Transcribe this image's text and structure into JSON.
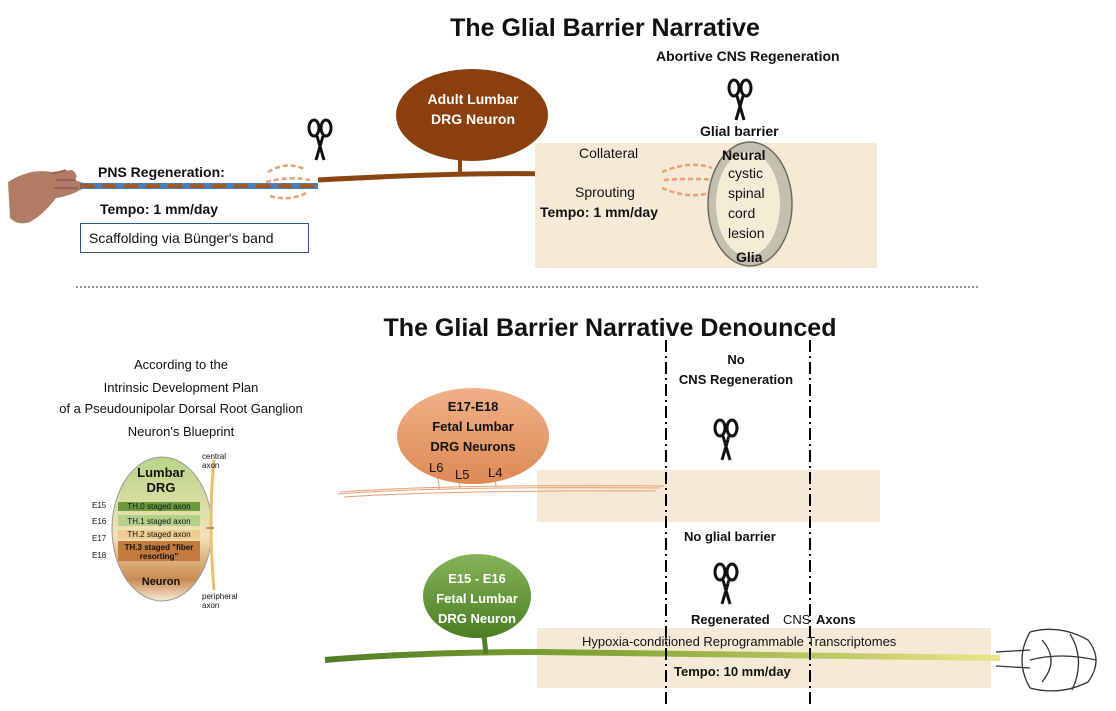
{
  "top": {
    "title": "The Glial Barrier Narrative",
    "abortive_label": "Abortive CNS Regeneration",
    "neuron_label_line1": "Adult Lumbar",
    "neuron_label_line2": "DRG Neuron",
    "pns_regeneration": "PNS Regeneration:",
    "tempo_left": "Tempo: 1 mm/day",
    "scaffolding": "Scaffolding via Bünger's band",
    "collateral": "Collateral",
    "sprouting": "Sprouting",
    "tempo_right": "Tempo: 1 mm/day",
    "glial_barrier": "Glial barrier",
    "lesion_top": "Neural",
    "lesion_lines": [
      "cystic",
      "spinal",
      "cord",
      "lesion"
    ],
    "lesion_bottom": "Glia"
  },
  "bottom": {
    "title": "The Glial Barrier Narrative Denounced",
    "blueprint_lines": [
      "According to the",
      "Intrinsic Development Plan",
      "of a Pseudounipolar Dorsal Root Ganglion",
      "Neuron's Blueprint"
    ],
    "no_cns_line1": "No",
    "no_cns_line2": "CNS Regeneration",
    "fetal1_line1": "E17-E18",
    "fetal1_line2": "Fetal Lumbar",
    "fetal1_line3": "DRG Neurons",
    "levels": [
      "L6",
      "L5",
      "L4"
    ],
    "no_glial_barrier": "No glial barrier",
    "fetal2_line1": "E15 - E16",
    "fetal2_line2": "Fetal Lumbar",
    "fetal2_line3": "DRG Neuron",
    "regenerated": "Regenerated",
    "cns": "CNS",
    "axons": "Axons",
    "hypoxia": "Hypoxia-conditioned Reprogrammable Transcriptomes",
    "tempo_bottom": "Tempo: 10 mm/day"
  },
  "inset": {
    "title_line1": "Lumbar",
    "title_line2": "DRG",
    "central_axon": "central axon",
    "peripheral_axon": "peripheral axon",
    "neuron": "Neuron",
    "stages": [
      {
        "day": "E15",
        "label": "TH.0 staged axon"
      },
      {
        "day": "E16",
        "label": "TH.1 staged axon"
      },
      {
        "day": "E17",
        "label": "TH.2 staged axon"
      },
      {
        "day": "E18",
        "label": "TH.3 staged \"fiber resorting\""
      }
    ]
  },
  "colors": {
    "adult_brown": "#8b3e0e",
    "fetal_orange": "#e8a070",
    "fetal_green": "#5a8a2e",
    "beige_panel": "#f6ead6",
    "axon_yellow": "#e8e070"
  }
}
